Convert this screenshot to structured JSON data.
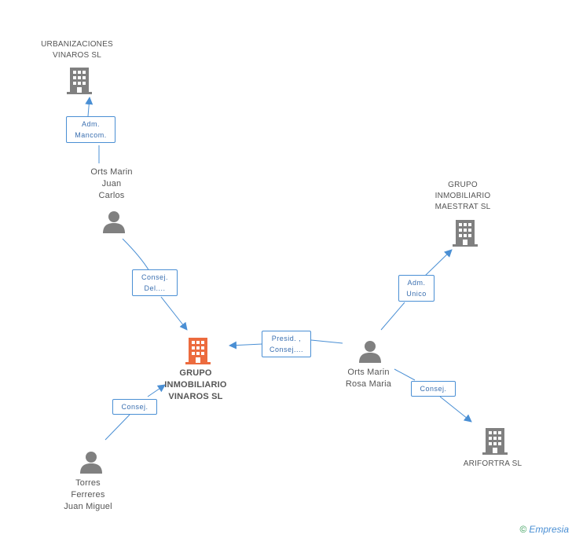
{
  "colors": {
    "edge": "#4a8fd4",
    "building_gray": "#808080",
    "building_main": "#ec6b3e",
    "person": "#808080",
    "label_text": "#555555"
  },
  "nodes": {
    "urbanizaciones": {
      "lines": [
        "URBANIZACIONES",
        "VINAROS SL"
      ],
      "icon": "building-icon"
    },
    "orts_juan": {
      "lines": [
        "Orts Marin",
        "Juan",
        "Carlos"
      ],
      "icon": "person-icon"
    },
    "grupo_maestrat": {
      "lines": [
        "GRUPO",
        "INMOBILIARIO",
        "MAESTRAT SL"
      ],
      "icon": "building-icon"
    },
    "grupo_vinaros": {
      "lines": [
        "GRUPO",
        "INMOBILIARIO",
        "VINAROS SL"
      ],
      "icon": "building-icon"
    },
    "orts_rosa": {
      "lines": [
        "Orts Marin",
        "Rosa Maria"
      ],
      "icon": "person-icon"
    },
    "arifortra": {
      "lines": [
        "ARIFORTRA SL"
      ],
      "icon": "building-icon"
    },
    "torres": {
      "lines": [
        "Torres",
        "Ferreres",
        "Juan Miguel"
      ],
      "icon": "person-icon"
    }
  },
  "edges": {
    "adm_mancom": {
      "lines": [
        "Adm.",
        "Mancom."
      ]
    },
    "consej_del": {
      "lines": [
        "Consej.",
        "Del...."
      ]
    },
    "adm_unico": {
      "lines": [
        "Adm.",
        "Unico"
      ]
    },
    "presid_consej": {
      "lines": [
        "Presid. ,",
        "Consej...."
      ]
    },
    "consej_arifortra": {
      "lines": [
        "Consej."
      ]
    },
    "consej_torres": {
      "lines": [
        "Consej."
      ]
    }
  },
  "brand": {
    "copyright": "©",
    "name": "Empresia"
  }
}
